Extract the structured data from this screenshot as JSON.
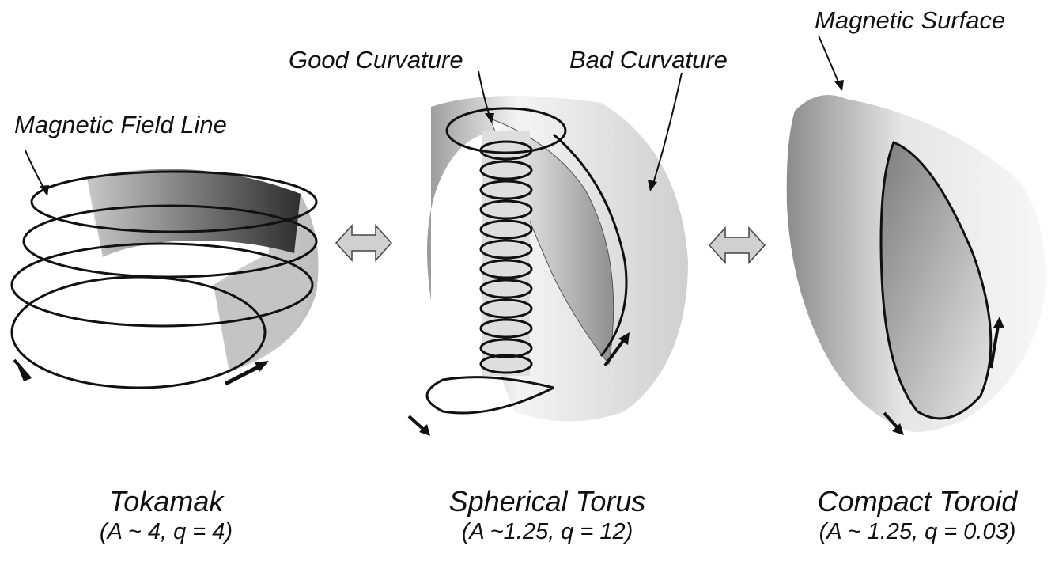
{
  "callouts": {
    "magnetic_field_line": "Magnetic Field Line",
    "good_curvature": "Good Curvature",
    "bad_curvature": "Bad Curvature",
    "magnetic_surface": "Magnetic Surface"
  },
  "configurations": [
    {
      "name": "Tokamak",
      "params": "(A ~ 4,  q = 4)"
    },
    {
      "name": "Spherical Torus",
      "params": "(A ~1.25, q = 12)"
    },
    {
      "name": "Compact Toroid",
      "params": "(A ~ 1.25, q = 0.03)"
    }
  ],
  "colors": {
    "ink": "#111111",
    "surface_light": "#f2f2f2",
    "surface_dark": "#6e6e6e",
    "arrow_fill": "#d0d0d0"
  }
}
